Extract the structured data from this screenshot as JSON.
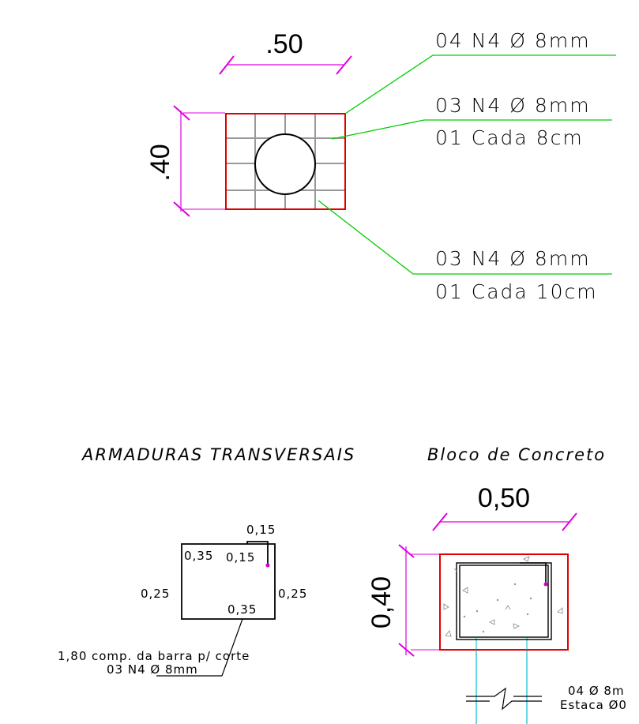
{
  "colors": {
    "dimension": "#e000e0",
    "leader": "#00cc00",
    "outline": "#e00000",
    "grid": "#999999",
    "pile": "#00bcd4"
  },
  "section_top": {
    "width_dim": ".50",
    "height_dim": ".40",
    "callouts": [
      {
        "line1": "04  N4  Ø  8mm"
      },
      {
        "line1": "03  N4  Ø  8mm",
        "line2": "01  Cada  8cm"
      },
      {
        "line1": "03  N4  Ø  8mm",
        "line2": "01  Cada  10cm"
      }
    ]
  },
  "stirrup": {
    "title": "ARMADURAS  TRANSVERSAIS",
    "hook_top": "0,15",
    "inner_left": "0,35",
    "inner_right": "0,15",
    "side_left": "0,25",
    "side_right": "0,25",
    "bottom": "0,35",
    "length_value": "1,80",
    "length_text": "comp.  da  barra  p/  corte",
    "bar_spec": "03  N4  Ø  8mm"
  },
  "block": {
    "title": "Bloco  de  Concreto",
    "width_dim": "0,50",
    "height_dim": "0,40",
    "note_line1": "04  Ø  8m",
    "note_line2": "Estaca  Ø0"
  }
}
